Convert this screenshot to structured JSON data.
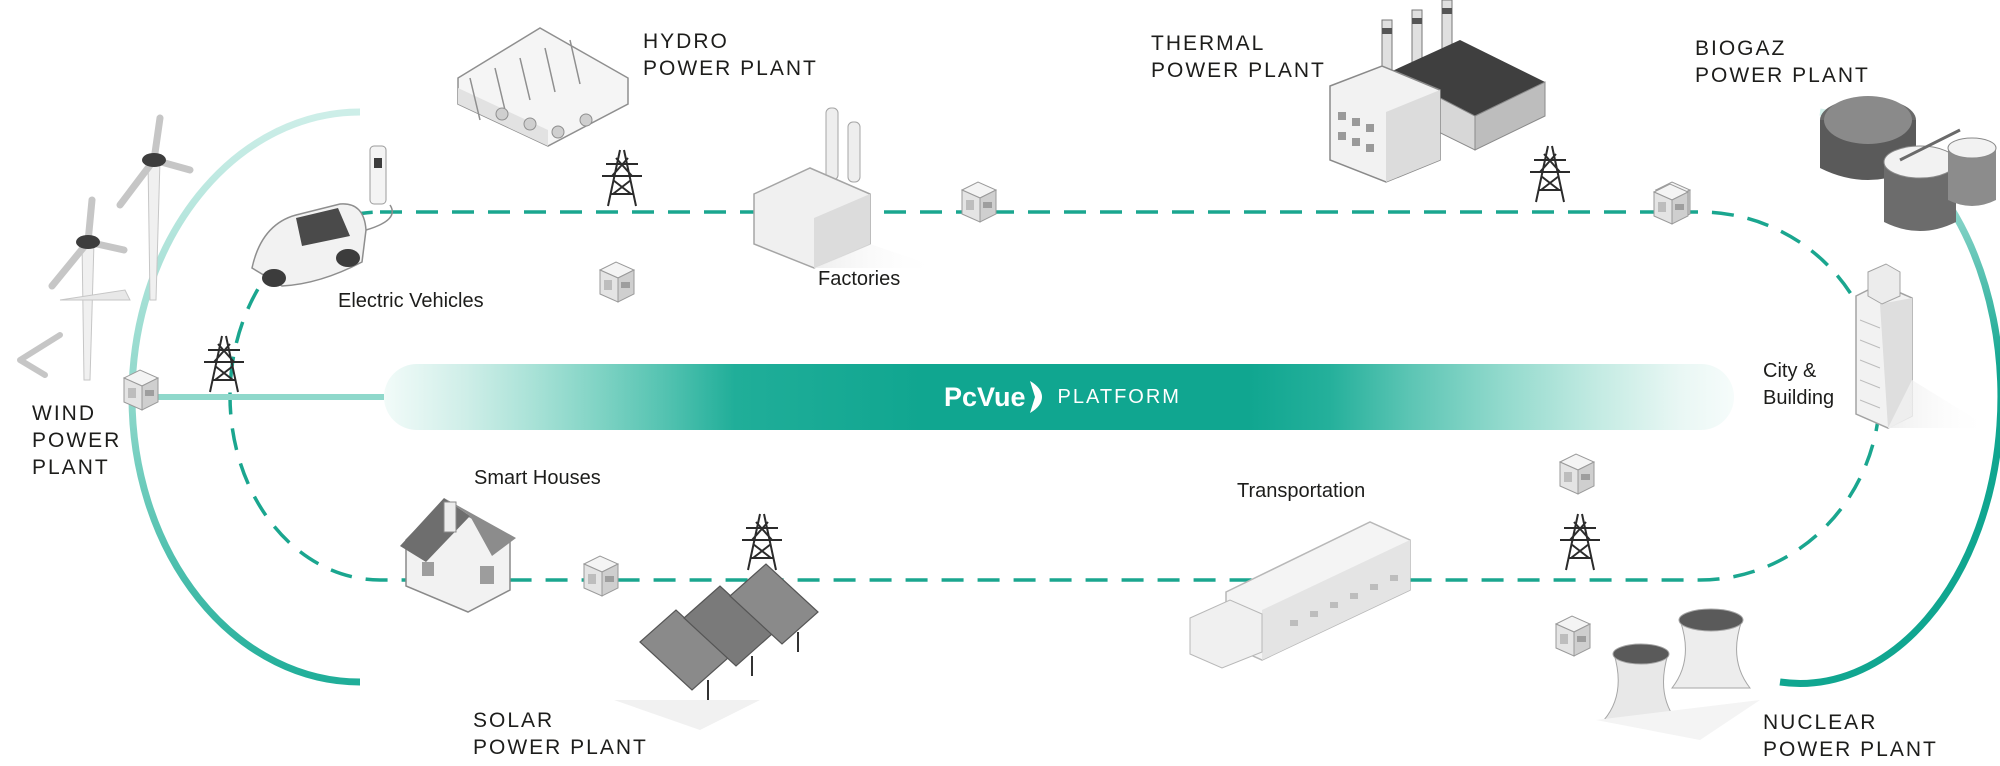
{
  "platform": {
    "brand": "PcVue",
    "word": "PLATFORM"
  },
  "plants": {
    "hydro": "HYDRO\nPOWER PLANT",
    "thermal": "THERMAL\nPOWER PLANT",
    "biogaz": "BIOGAZ\nPOWER PLANT",
    "wind": "WIND\nPOWER\nPLANT",
    "solar": "SOLAR\nPOWER PLANT",
    "nuclear": "NUCLEAR\nPOWER PLANT"
  },
  "consumers": {
    "electric_vehicles": "Electric Vehicles",
    "factories": "Factories",
    "city": "City &\nBuilding",
    "smart_houses": "Smart Houses",
    "transportation": "Transportation"
  },
  "colors": {
    "teal": "#10a690",
    "teal_light": "#8fd8cb",
    "dash": "#1aa68f",
    "grey_dark": "#6e6e6e",
    "grey_light": "#e3e3e3"
  }
}
